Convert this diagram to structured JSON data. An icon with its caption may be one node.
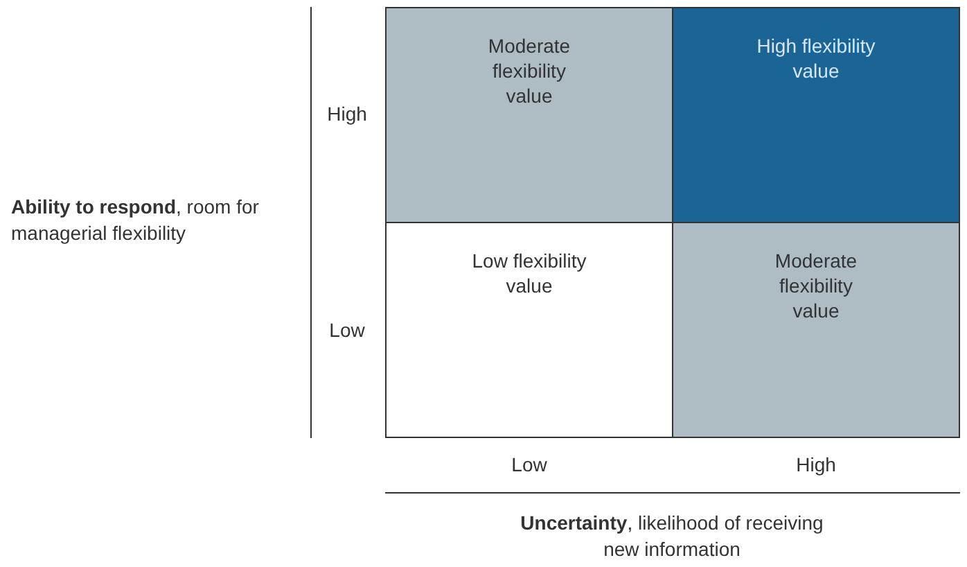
{
  "diagram": {
    "nodes": [
      {
        "text": [
          "Moderate flexibility value"
        ]
      },
      {
        "text": [
          "High flexibility value"
        ]
      },
      {
        "text": [
          "Low flexibility value"
        ]
      },
      {
        "text": [
          "Moderate flexibility value"
        ]
      }
    ],
    "labels": [
      "**Ability to respond**, room for managerial flexibility",
      "High",
      "Low",
      "Low",
      "High",
      "**Uncertainty**, likelihood of receiving new information"
    ]
  }
}
